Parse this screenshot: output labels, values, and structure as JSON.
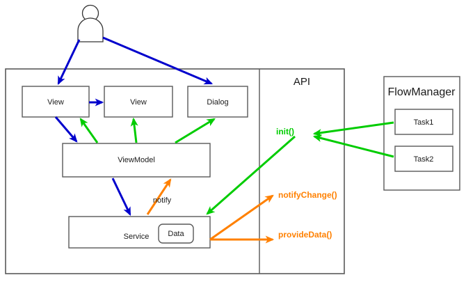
{
  "diagram": {
    "title": "Android MVVM application architecture diagram",
    "colors": {
      "blue": "#0000cc",
      "green": "#00cc00",
      "orange": "#ff8000",
      "box_stroke": "#595959",
      "text": "#1a1a1a",
      "background": "#ffffff"
    },
    "actor": {
      "name": "user-actor",
      "label": ""
    },
    "app_container": {
      "label": "",
      "api_section_label": "API",
      "boxes": [
        {
          "id": "view-1",
          "label": "View"
        },
        {
          "id": "view-2",
          "label": "View"
        },
        {
          "id": "dialog",
          "label": "Dialog"
        },
        {
          "id": "viewmodel",
          "label": "ViewModel"
        },
        {
          "id": "service",
          "label": "Service"
        },
        {
          "id": "data",
          "label": "Data"
        }
      ]
    },
    "flow_manager": {
      "label": "FlowManager",
      "tasks": [
        {
          "id": "task-1",
          "label": "Task1"
        },
        {
          "id": "task-2",
          "label": "Task2"
        }
      ]
    },
    "edge_labels": [
      {
        "id": "notify",
        "label": "notify",
        "color": "#1a1a1a"
      },
      {
        "id": "init",
        "label": "init()",
        "color": "#00cc00"
      },
      {
        "id": "notify-change",
        "label": "notifyChange()",
        "color": "#ff8000"
      },
      {
        "id": "provide-data",
        "label": "provideData()",
        "color": "#ff8000"
      }
    ]
  }
}
